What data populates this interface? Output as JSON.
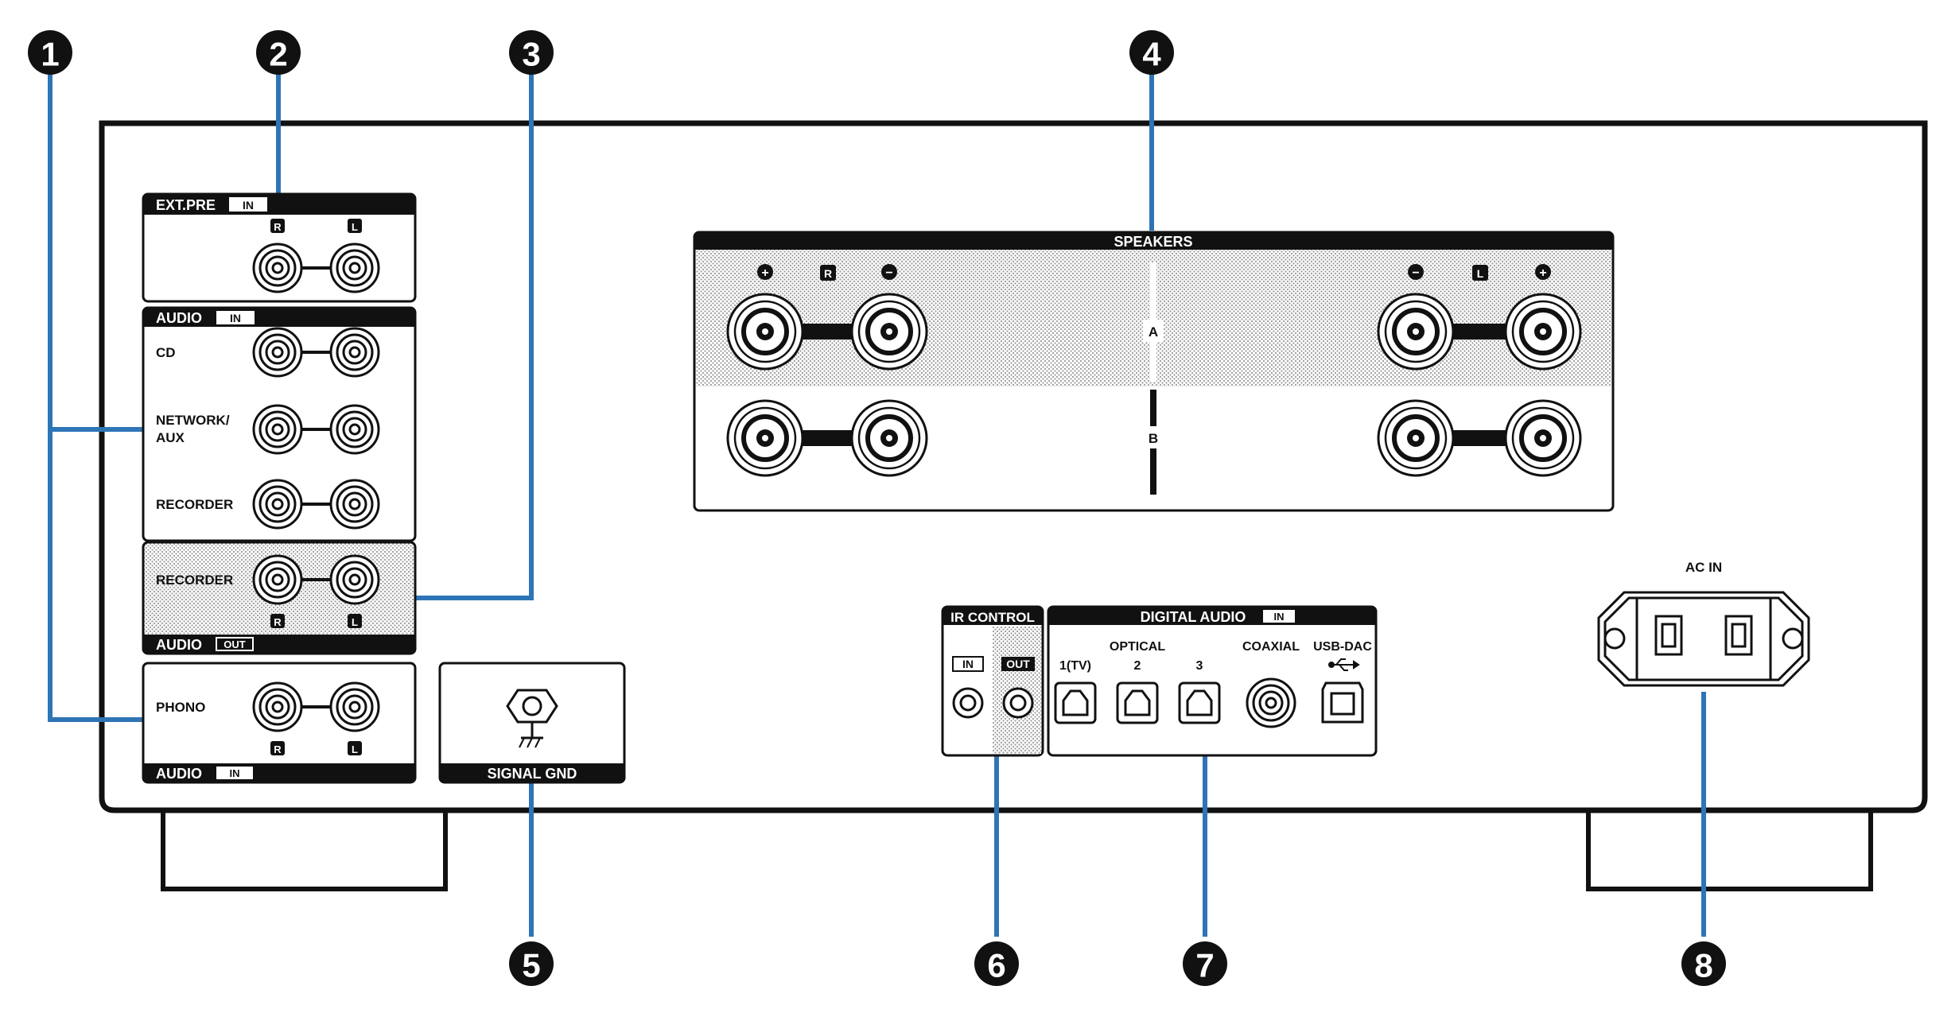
{
  "colors": {
    "callout_line": "#2e75b6",
    "outline": "#111111",
    "header": "#111111",
    "shade": "#c8c8c8"
  },
  "callouts": [
    "1",
    "2",
    "3",
    "4",
    "5",
    "6",
    "7",
    "8"
  ],
  "ext_pre": {
    "title": "EXT.PRE",
    "tag": "IN",
    "r": "R",
    "l": "L"
  },
  "audio_in": {
    "title": "AUDIO",
    "tag": "IN",
    "cd": "CD",
    "network": "NETWORK/",
    "aux": "AUX",
    "recorder": "RECORDER"
  },
  "audio_out": {
    "recorder": "RECORDER",
    "r": "R",
    "l": "L",
    "title": "AUDIO",
    "tag": "OUT"
  },
  "phono": {
    "label": "PHONO",
    "r": "R",
    "l": "L",
    "title": "AUDIO",
    "tag": "IN"
  },
  "signal_gnd": {
    "label": "SIGNAL GND"
  },
  "speakers": {
    "title": "SPEAKERS",
    "plus": "+",
    "minus": "−",
    "r": "R",
    "l": "L",
    "a": "A",
    "b": "B"
  },
  "ir_control": {
    "title": "IR CONTROL",
    "in": "IN",
    "out": "OUT"
  },
  "digital_audio": {
    "title": "DIGITAL AUDIO",
    "tag": "IN",
    "optical": "OPTICAL",
    "tv": "1(TV)",
    "two": "2",
    "three": "3",
    "coaxial": "COAXIAL",
    "usb": "USB-DAC"
  },
  "ac_in": {
    "label": "AC IN"
  }
}
